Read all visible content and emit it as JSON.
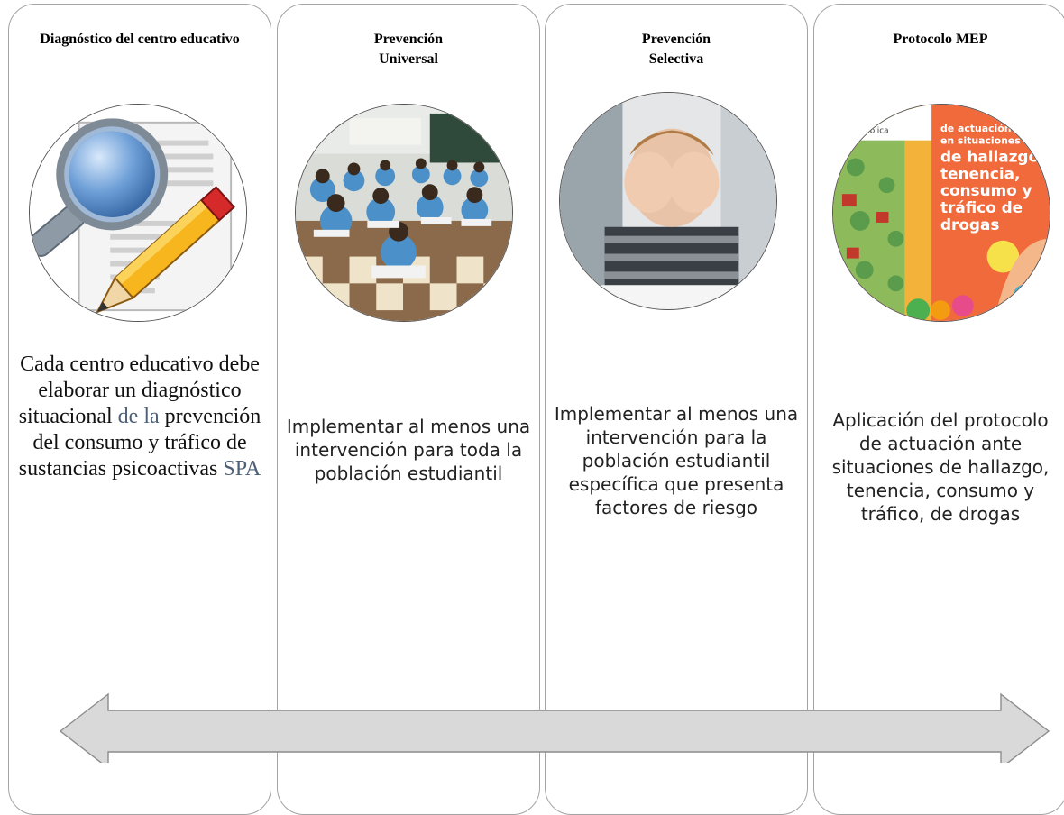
{
  "columns": [
    {
      "title": "Diagnóstico del centro educativo",
      "image": "magnifier-document-pencil-icon",
      "desc_parts": [
        "Cada centro educativo debe elaborar un diagnóstico situacional ",
        "de la",
        " prevención del consumo y tráfico de sustancias psicoactivas ",
        "SPA"
      ]
    },
    {
      "title_l1": "Prevención",
      "title_l2": "Universal",
      "image": "classroom-photo",
      "desc": "Implementar al menos una intervención para toda la población estudiantil"
    },
    {
      "title_l1": "Prevención",
      "title_l2": "Selectiva",
      "image": "student-covering-eyes-photo",
      "desc": "Implementar al menos una intervención para la  población estudiantil específica que presenta factores de riesgo"
    },
    {
      "title": "Protocolo MEP",
      "image": "protocol-booklet-cover",
      "cover_lines": [
        "de actuación",
        "en situaciones",
        "de hallazgo,",
        "tenencia,",
        "consumo y",
        "tráfico de",
        "drogas"
      ],
      "cover_badge": "Pública",
      "desc": "Aplicación del protocolo de actuación ante situaciones de hallazgo, tenencia, consumo y tráfico, de drogas"
    }
  ],
  "colors": {
    "border": "#a3a3a3",
    "arrow_fill": "#d9d9d9",
    "arrow_stroke": "#8c8c8c",
    "highlight": "#4d6078",
    "cover_orange": "#f05a3a"
  }
}
